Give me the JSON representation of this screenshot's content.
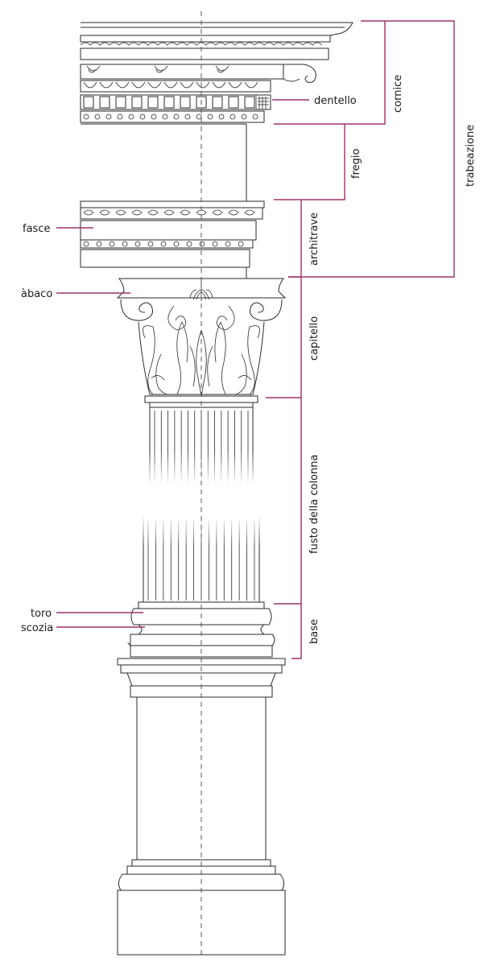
{
  "colors": {
    "accent": "#a0306a",
    "ink": "#2a2a2a"
  },
  "labels": {
    "cornice": "cornice",
    "dentello": "dentello",
    "trabeazione": "trabeazione",
    "fregio": "fregio",
    "fasce": "fasce",
    "architrave": "architrave",
    "abaco": "àbaco",
    "capitello": "capitello",
    "fusto": "fusto della colonna",
    "toro": "toro",
    "scozia": "scozia",
    "base": "base"
  }
}
